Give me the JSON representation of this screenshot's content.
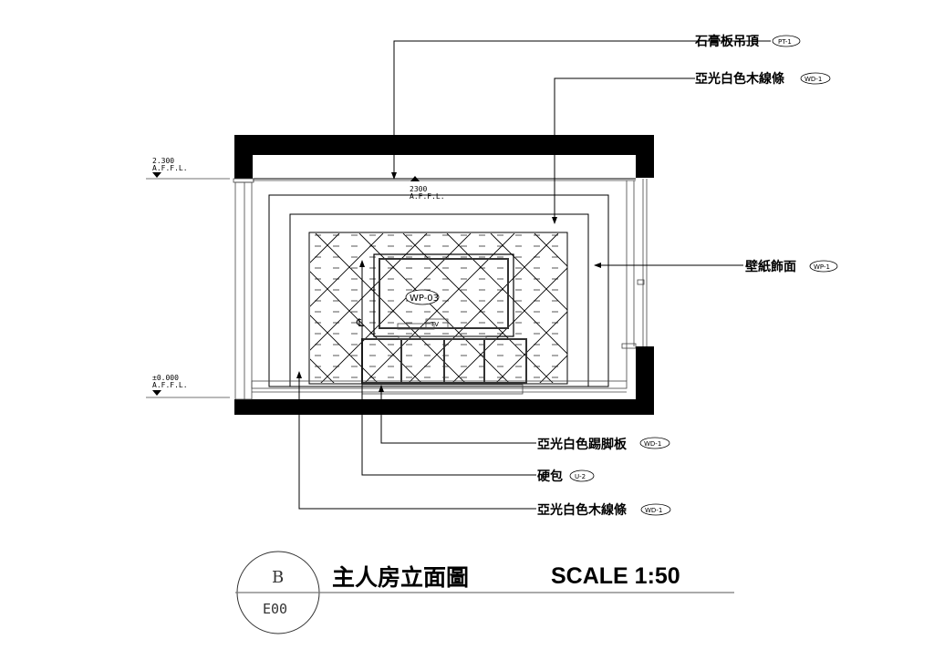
{
  "callouts": {
    "ceiling": {
      "text": "石膏板吊頂",
      "code": "PT-1"
    },
    "wood_trim_top": {
      "text": "亞光白色木線條",
      "code": "WD-1"
    },
    "wallpaper": {
      "text": "壁紙飾面",
      "code": "WP-1"
    },
    "skirting": {
      "text": "亞光白色踢脚板",
      "code": "WD-1"
    },
    "upholstered_panel": {
      "text": "硬包",
      "code": "U-2"
    },
    "wood_trim_bottom": {
      "text": "亞光白色木線條",
      "code": "WD-1"
    }
  },
  "levels": {
    "ceiling_left": {
      "value": "2.300",
      "unit": "A.F.F.L."
    },
    "ceiling_inner": {
      "value": "2300",
      "unit": "A.F.F.L."
    },
    "floor": {
      "value": "±0.000",
      "unit": "A.F.F.L."
    }
  },
  "drawing_tags": {
    "panel": "WP-03",
    "tv": "TV",
    "centerline": "℄"
  },
  "title_block": {
    "section_id": "B",
    "sheet": "E00",
    "title": "主人房立面圖",
    "scale": "SCALE 1:50"
  }
}
